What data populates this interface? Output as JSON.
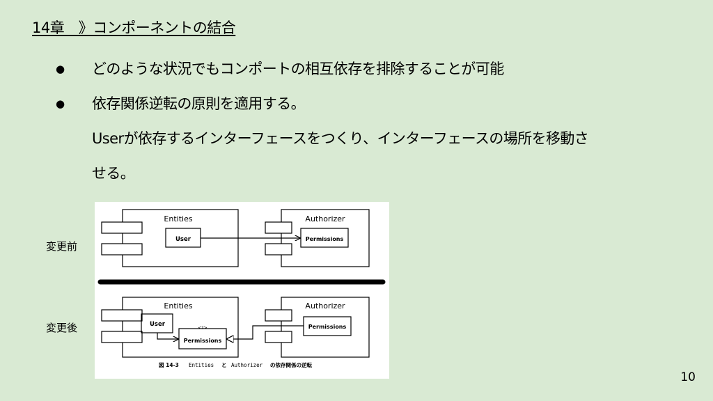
{
  "slide": {
    "title": "14章　》コンポーネントの結合",
    "page_number": "10"
  },
  "bullets": [
    {
      "marker": "●",
      "text": "どのような状況でもコンポートの相互依存を排除することが可能"
    },
    {
      "marker": "●",
      "text": "依存関係逆転の原則を適用する。",
      "line2": "Userが依存するインターフェースをつくり、インターフェースの場所を移動さ",
      "line3": "せる。"
    }
  ],
  "figure": {
    "before_label": "変更前",
    "after_label": "変更後",
    "top": {
      "left_box": "Entities",
      "right_box": "Authorizer",
      "user": "User",
      "permissions": "Permissions"
    },
    "bottom": {
      "left_box": "Entities",
      "right_box": "Authorizer",
      "user": "User",
      "interface": "Permissions",
      "interface_stereotype": "<I>",
      "permissions": "Permissions"
    },
    "caption": {
      "prefix": "図 14-3",
      "entities": "Entities",
      "and": "と",
      "authorizer": "Authorizer",
      "suffix": "の依存関係の逆転"
    }
  }
}
